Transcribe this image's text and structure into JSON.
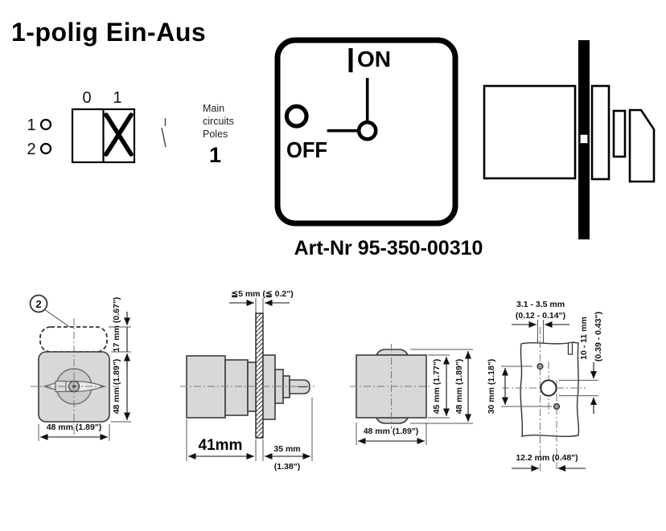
{
  "title": "1-polig Ein-Aus",
  "contact_diagram": {
    "col0": "0",
    "col1": "1",
    "row1": "1",
    "row2": "2",
    "closed_marker": "X"
  },
  "poles": {
    "label_lines": [
      "Main",
      "circuits",
      "Poles"
    ],
    "value": "1"
  },
  "faceplate": {
    "on_label": "ON",
    "off_label": "OFF"
  },
  "art_nr": "Art-Nr 95-350-00310",
  "front_view": {
    "callout": "2",
    "handle_height": "17 mm (0.67\")",
    "body_height": "48 mm (1.89\")",
    "body_width": "48 mm (1.89\")"
  },
  "side_view_dims": {
    "max_panel_thickness": "≦5 mm (≦ 0.2\")",
    "rear_depth": "41mm",
    "front_depth": "35 mm",
    "front_depth_inch": "(1.38\")"
  },
  "rear_view": {
    "flat_height": "45 mm (1.77\")",
    "height": "48 mm (1.89\")",
    "width": "48 mm (1.89\")"
  },
  "drill_plan": {
    "small_hole_dia": "3.1 - 3.5 mm",
    "small_hole_dia_inch": "(0.12 - 0.14\")",
    "shaft_hole_dia": "10 - 11 mm",
    "shaft_hole_dia_inch": "(0.39 - 0.43\")",
    "hole_spacing_v": "30 mm (1.18\")",
    "hole_spacing_h": "12.2 mm (0.48\")"
  },
  "colors": {
    "body_gray": "#d8d8d8",
    "line_black": "#000000"
  }
}
